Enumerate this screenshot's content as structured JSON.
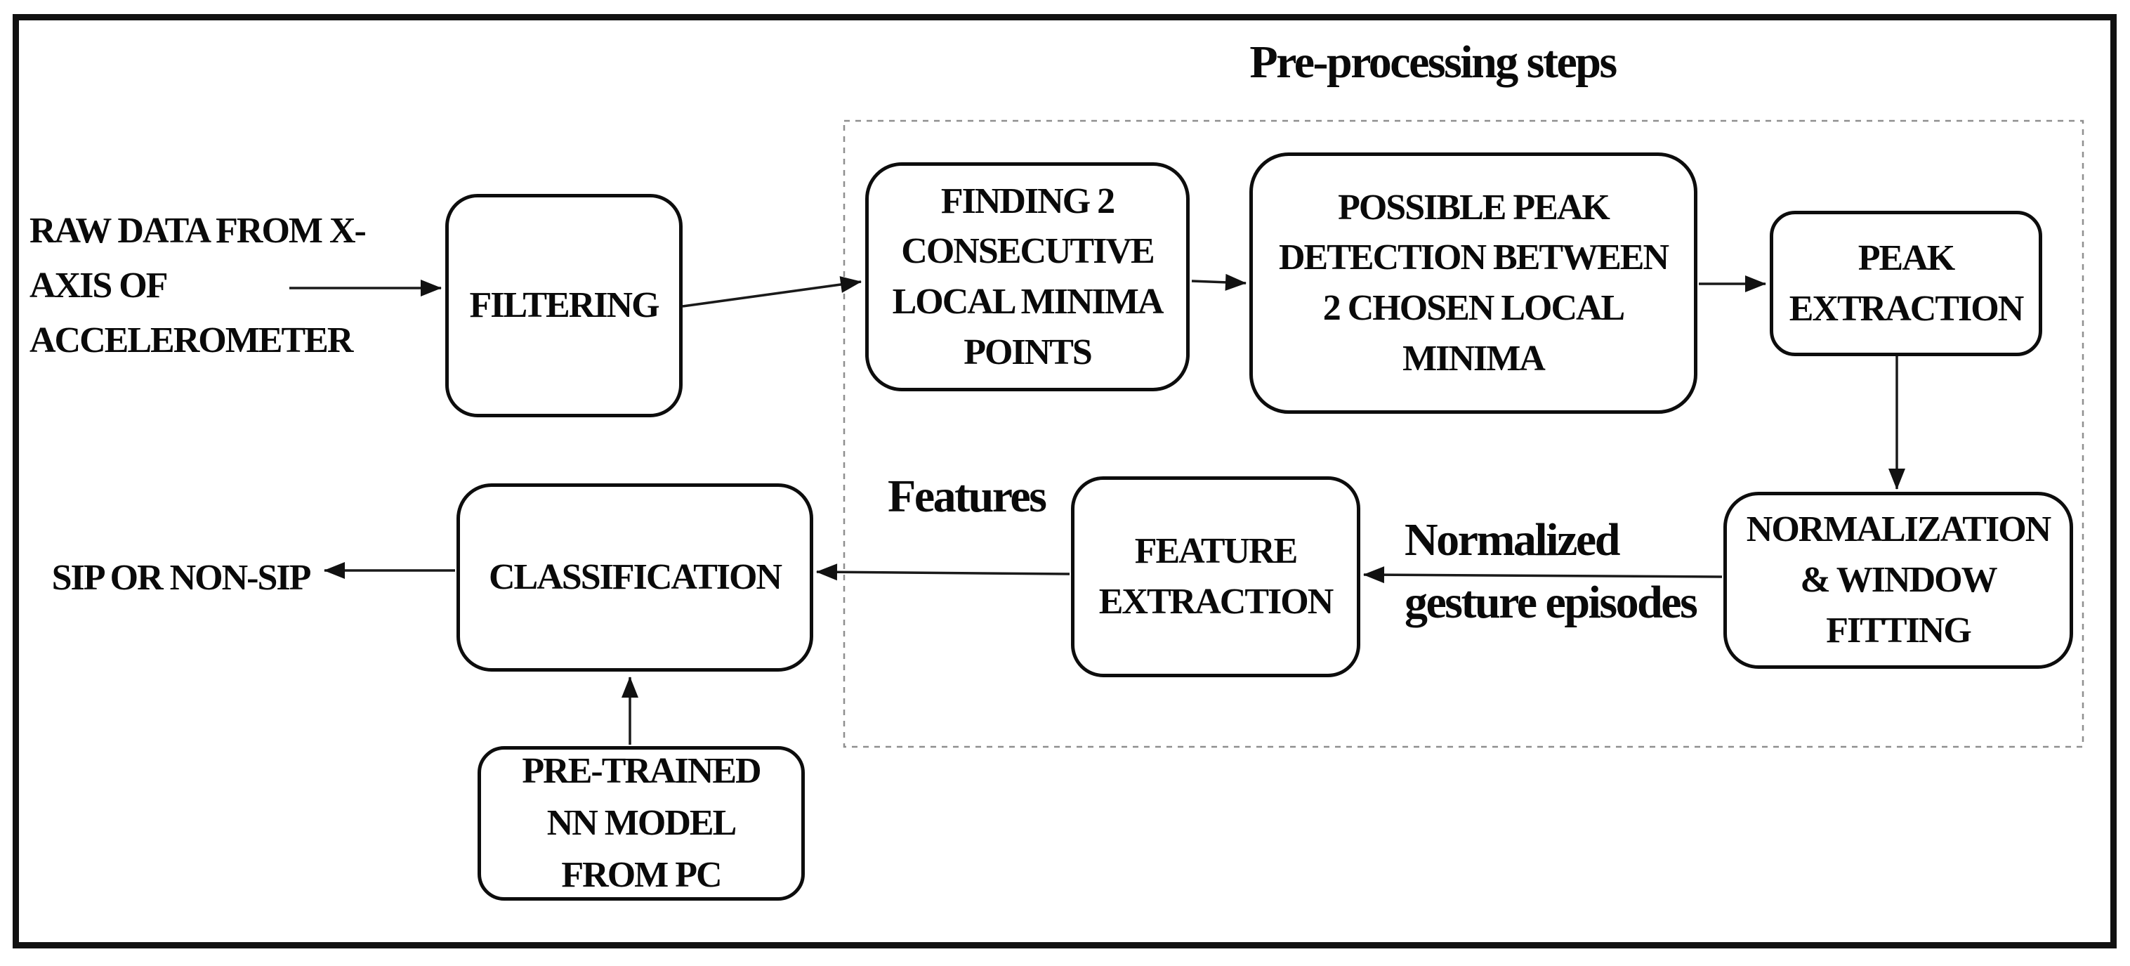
{
  "title": "Pre-processing steps",
  "labels": {
    "source": "RAW DATA FROM X-\nAXIS OF\nACCELEROMETER",
    "result": "SIP OR NON-SIP",
    "features": "Features",
    "normalized_episodes": "Normalized\ngesture episodes"
  },
  "nodes": {
    "filtering": "FILTERING",
    "finding_minima": "FINDING 2\nCONSECUTIVE\nLOCAL MINIMA\nPOINTS",
    "possible_peak": "POSSIBLE PEAK\nDETECTION BETWEEN\n2 CHOSEN LOCAL\nMINIMA",
    "peak_extraction": "PEAK\nEXTRACTION",
    "normalization": "NORMALIZATION\n& WINDOW\nFITTING",
    "feature_extraction": "FEATURE\nEXTRACTION",
    "classification": "CLASSIFICATION",
    "pretrained_model": "PRE-TRAINED\nNN MODEL\nFROM PC"
  },
  "colors": {
    "ink": "#111111",
    "dashed_outline": "#8f8f8f",
    "background": "#ffffff"
  }
}
